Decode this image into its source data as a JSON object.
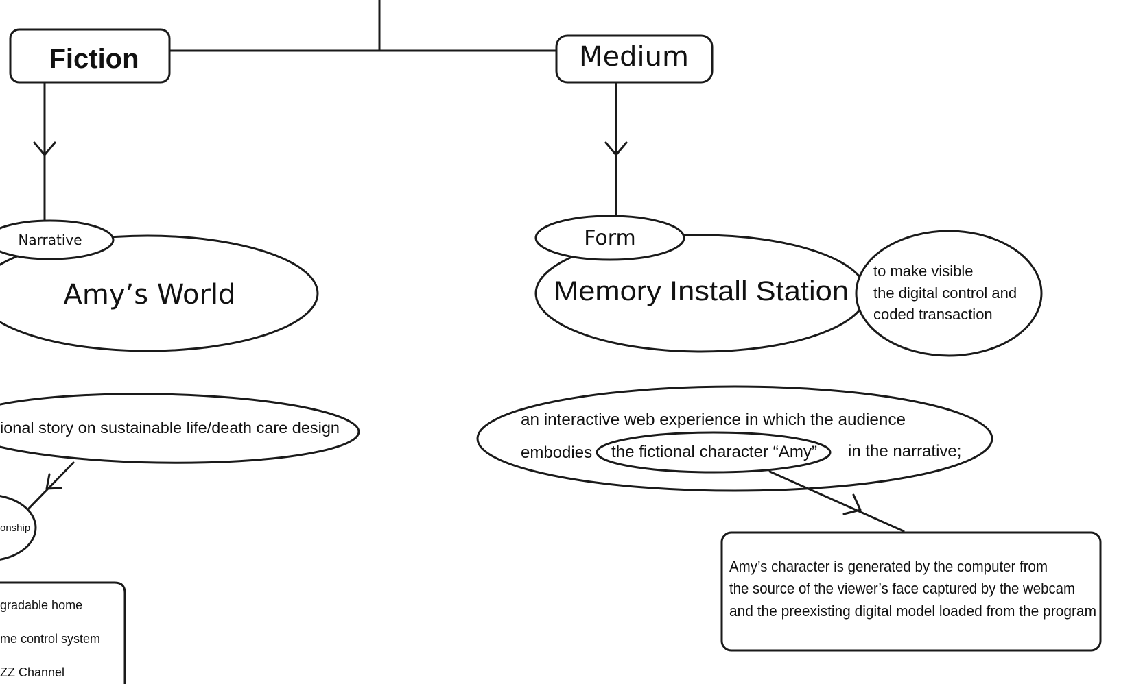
{
  "nodes": {
    "fiction": {
      "label": "Fiction"
    },
    "medium": {
      "label": "Medium"
    },
    "narrative_tag": {
      "label": "Narrative"
    },
    "amys_world": {
      "label": "Amy’s World"
    },
    "form_tag": {
      "label": "Form"
    },
    "memory_install": {
      "label": "Memory Install Station"
    },
    "visible_purpose": {
      "lines": [
        "to make visible",
        "the digital control and",
        "coded transaction"
      ]
    },
    "fictional_story": {
      "label": "ional story on sustainable life/death care design"
    },
    "relationship": {
      "label": "onship"
    },
    "home_list": {
      "items": [
        "gradable home",
        "me control system",
        "ZZ Channel"
      ]
    },
    "web_experience": {
      "line1": "an interactive web experience in which the audience",
      "line2_prefix": "embodies",
      "line2_suffix": "in the narrative;"
    },
    "fictional_character": {
      "label": "the fictional character “Amy”"
    },
    "character_note": {
      "lines": [
        "Amy’s character is generated by the computer from",
        "the source of the viewer’s face captured by the webcam",
        "and the preexisting digital model loaded from the program"
      ]
    }
  }
}
